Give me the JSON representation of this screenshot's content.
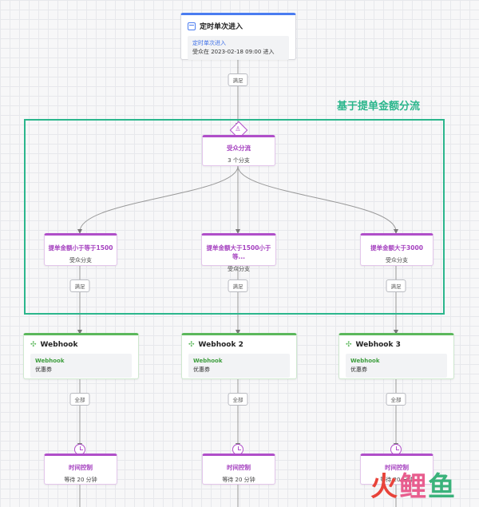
{
  "trigger": {
    "title": "定时单次进入",
    "detail_title": "定时单次进入",
    "detail_text": "受众在 2023-02-18 09:00 进入",
    "connector": "满足"
  },
  "group": {
    "label": "基于提单金额分流"
  },
  "splitter": {
    "title": "受众分流",
    "subtitle": "3 个分支"
  },
  "branches": [
    {
      "title": "提单金额小于等于1500",
      "subtitle": "受众分支",
      "connector": "满足"
    },
    {
      "title": "提单金额大于1500小于等...",
      "subtitle": "受众分支",
      "connector": "满足"
    },
    {
      "title": "提单金额大于3000",
      "subtitle": "受众分支",
      "connector": "满足"
    }
  ],
  "webhooks": [
    {
      "title": "Webhook",
      "detail_title": "Webhook",
      "detail_text": "优惠券",
      "connector": "全部"
    },
    {
      "title": "Webhook 2",
      "detail_title": "Webhook",
      "detail_text": "优惠券",
      "connector": "全部"
    },
    {
      "title": "Webhook 3",
      "detail_title": "Webhook",
      "detail_text": "优惠券",
      "connector": "全部"
    }
  ],
  "timers": [
    {
      "title": "时间控制",
      "subtitle": "等待 20 分钟"
    },
    {
      "title": "时间控制",
      "subtitle": "等待 20 分钟"
    },
    {
      "title": "时间控制",
      "subtitle": "等待 20 分钟"
    }
  ],
  "watermark": {
    "c1": "火",
    "c2": "鲤",
    "c3": "鱼"
  },
  "icons": {
    "trigger": "calendar-icon",
    "splitter": "person-icon",
    "webhook": "webhook-icon",
    "timer": "clock-icon"
  },
  "colors": {
    "trigger_accent": "#4a7cf0",
    "audience_accent": "#b04fc9",
    "webhook_accent": "#5cb85c",
    "group_border": "#2bb68c"
  }
}
